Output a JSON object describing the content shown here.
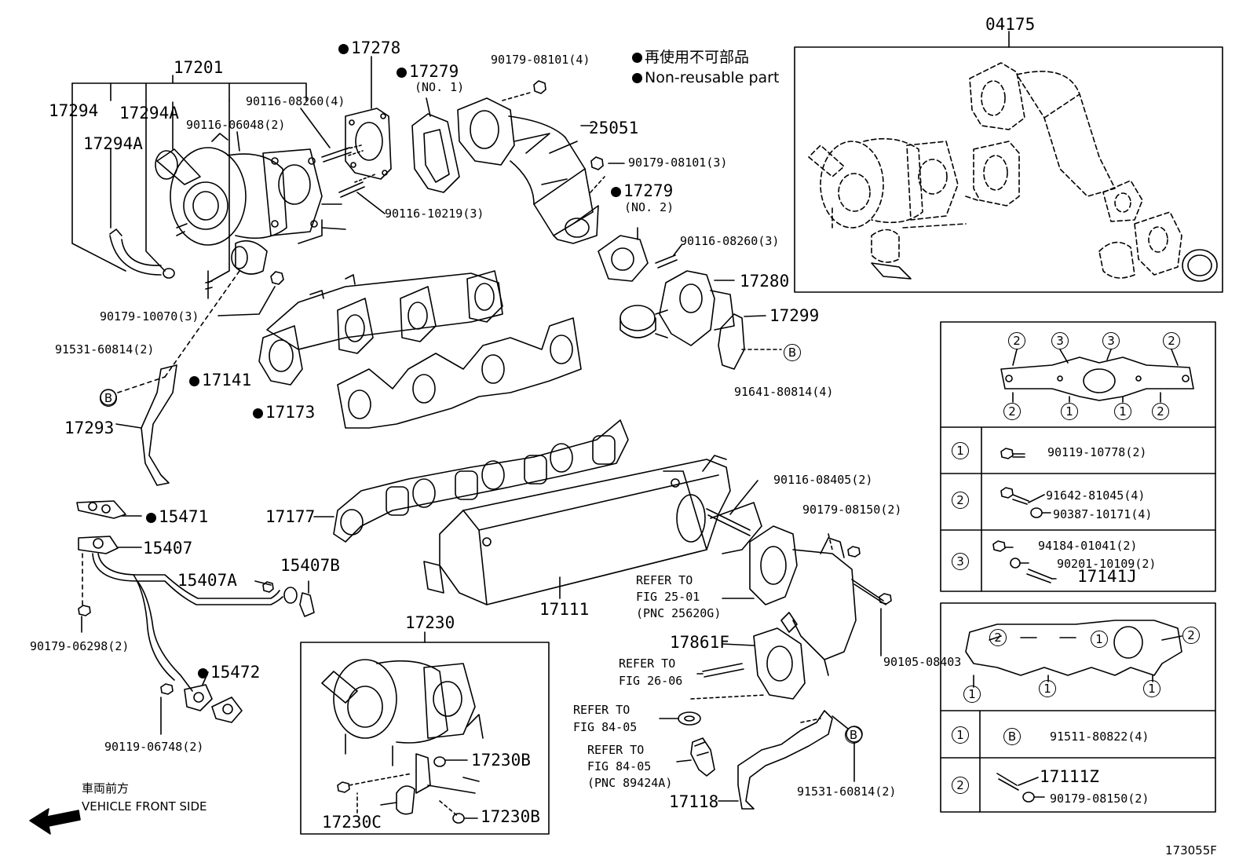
{
  "figure_id": "173055F",
  "legend": {
    "jp": "再使用不可部品",
    "en": "Non-reusable part"
  },
  "vehicle_front": {
    "jp": "車両前方",
    "en": "VEHICLE FRONT SIDE"
  },
  "parts": {
    "p17201": "17201",
    "p17294": "17294",
    "p17294A_1": "17294A",
    "p17294A_2": "17294A",
    "p90116_06048": "90116-06048(2)",
    "p90116_08260_4": "90116-08260(4)",
    "p17278": "17278",
    "p17279_1": "17279",
    "p17279_no1": "(NO. 1)",
    "p90179_08101_4": "90179-08101(4)",
    "p25051": "25051",
    "p90179_08101_3": "90179-08101(3)",
    "p90116_10219": "90116-10219(3)",
    "p17279_2": "17279",
    "p17279_no2": "(NO. 2)",
    "p90116_08260_3": "90116-08260(3)",
    "p17280": "17280",
    "p17299": "17299",
    "p91641_80814": "91641-80814(4)",
    "p90179_10070": "90179-10070(3)",
    "p91531_60814_a": "91531-60814(2)",
    "p17141": "17141",
    "p17173": "17173",
    "p17293": "17293",
    "p17177": "17177",
    "p90116_08405": "90116-08405(2)",
    "p90179_08150": "90179-08150(2)",
    "p15471": "15471",
    "p15407": "15407",
    "p15407A": "15407A",
    "p15407B": "15407B",
    "p90179_06298": "90179-06298(2)",
    "p15472": "15472",
    "p90119_06748": "90119-06748(2)",
    "p17111": "17111",
    "p17230": "17230",
    "p17230B_1": "17230B",
    "p17230B_2": "17230B",
    "p17230C": "17230C",
    "p17861F": "17861F",
    "p90105_08403": "90105-08403",
    "p91531_60814_b": "91531-60814(2)",
    "p17118": "17118",
    "p04175": "04175"
  },
  "refer": {
    "r1_a": "REFER TO",
    "r1_b": "FIG 25-01",
    "r1_c": "(PNC 25620G)",
    "r2_a": "REFER TO",
    "r2_b": "FIG 26-06",
    "r3_a": "REFER TO",
    "r3_b": "FIG 84-05",
    "r4_a": "REFER TO",
    "r4_b": "FIG 84-05",
    "r4_c": "(PNC 89424A)"
  },
  "bolt_table_1": {
    "top_circles": [
      "2",
      "3",
      "3",
      "2"
    ],
    "bottom_circles": [
      "2",
      "1",
      "1",
      "2"
    ],
    "rows": [
      {
        "key": "1",
        "items": [
          "90119-10778(2)"
        ]
      },
      {
        "key": "2",
        "items": [
          "91642-81045(4)",
          "90387-10171(4)"
        ]
      },
      {
        "key": "3",
        "items": [
          "94184-01041(2)",
          "90201-10109(2)",
          "17141J"
        ]
      }
    ]
  },
  "bolt_table_2": {
    "diagram_circles": [
      "2",
      "1",
      "2",
      "1",
      "1",
      "1"
    ],
    "b_marker": "B",
    "rows": [
      {
        "key": "1",
        "items": [
          "91511-80822(4)"
        ]
      },
      {
        "key": "2",
        "items": [
          "17111Z",
          "90179-08150(2)"
        ]
      }
    ]
  },
  "markers": {
    "b": "B"
  }
}
